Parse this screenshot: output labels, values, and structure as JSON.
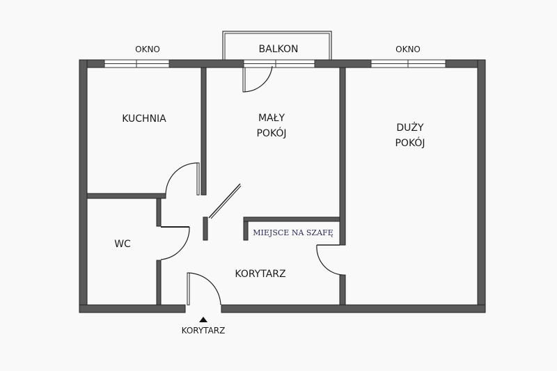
{
  "plan": {
    "rooms": {
      "kitchen": "KUCHNIA",
      "small_room_1": "MAŁY",
      "small_room_2": "POKÓJ",
      "large_room_1": "DUŻY",
      "large_room_2": "POKÓJ",
      "wc": "WC",
      "hallway": "KORYTARZ",
      "wardrobe": "MIEJSCE NA SZAFĘ"
    },
    "window_left": "OKNO",
    "window_right": "OKNO",
    "balcony": "BALKON",
    "entrance": "KORYTARZ"
  }
}
